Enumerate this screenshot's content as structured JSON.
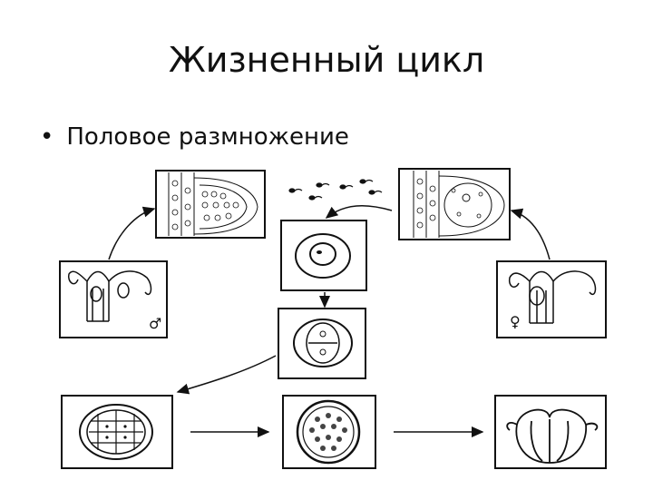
{
  "slide": {
    "title": "Жизненный цикл",
    "bullet": "Половое размножение"
  },
  "diagram": {
    "male_symbol": "♂",
    "female_symbol": "♀",
    "stages": [
      "testis-section",
      "ovary-section",
      "male-hydra",
      "female-hydra",
      "zygote",
      "two-cell-embryo",
      "cleavage-embryo",
      "blastula",
      "young-hydra"
    ]
  },
  "colors": {
    "ink": "#111111",
    "background": "#ffffff"
  }
}
